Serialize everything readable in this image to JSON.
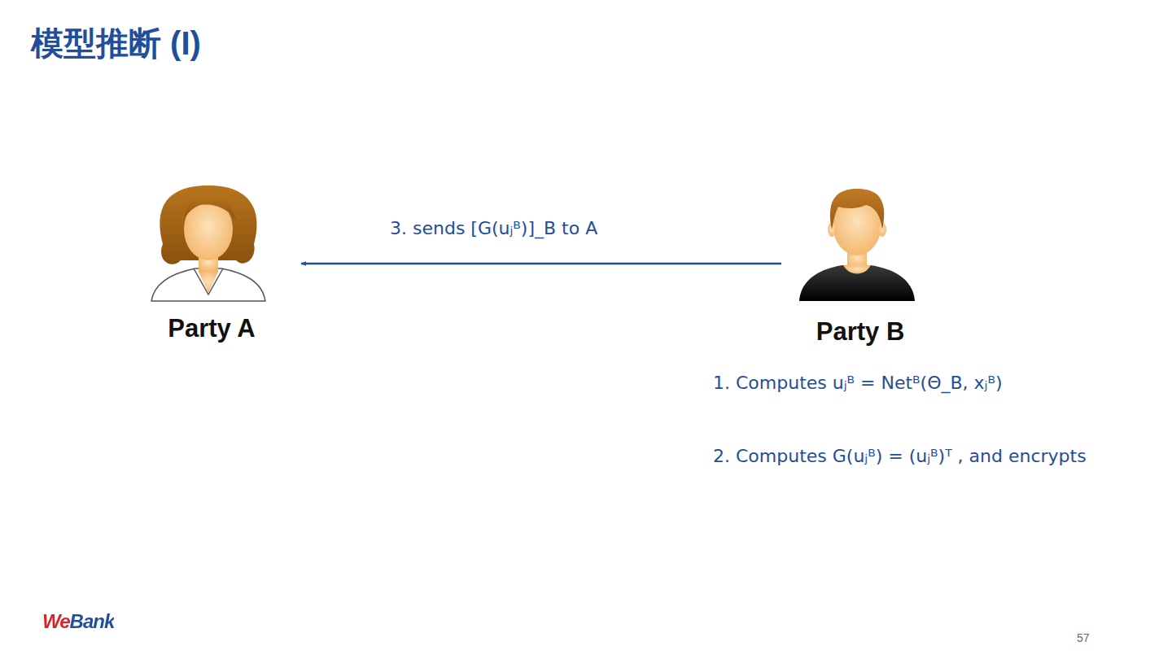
{
  "diagram": {
    "title": "模型推断 (I)",
    "nodes": [
      {
        "text": [
          "Party A"
        ]
      },
      {
        "text": [
          "Party B"
        ]
      }
    ],
    "edges": [
      {
        "from": 1,
        "to": 0,
        "arrow": "to",
        "label": "3. sends [G(uⱼᴮ)]_B to A"
      }
    ],
    "labels": [
      "1. Computes uⱼᴮ = Netᴮ(Θ_B, xⱼᴮ)",
      "2. Computes G(uⱼᴮ) = (uⱼᴮ)ᵀ , and encrypts",
      "WeBank",
      "57"
    ]
  }
}
